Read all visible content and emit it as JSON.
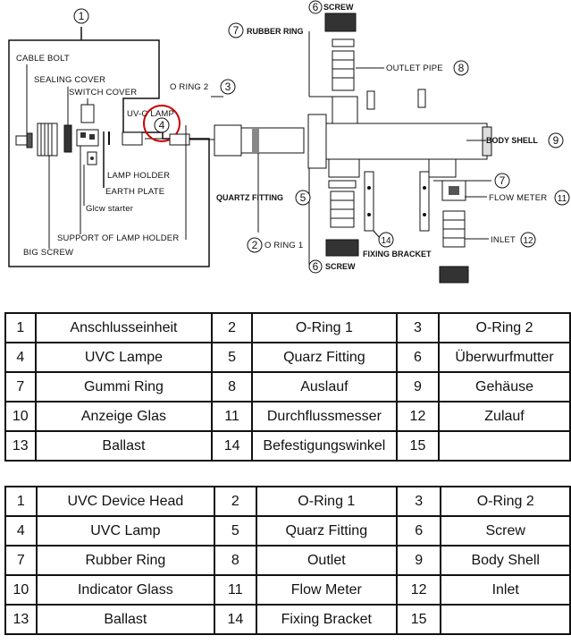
{
  "diagram": {
    "callouts": {
      "c1": "1",
      "c2": "2",
      "c3": "3",
      "c4": "4",
      "c5": "5",
      "c6a": "6",
      "c6b": "6",
      "c7a": "7",
      "c7b": "7",
      "c8": "8",
      "c9": "9",
      "c11": "11",
      "c12": "12",
      "c14": "14"
    },
    "labels": {
      "cable_bolt": "CABLE BOLT",
      "sealing_cover": "SEALING COVER",
      "switch_cover": "SWITCH COVER",
      "uvc_lamp": "UV-C LAMP",
      "o_ring_2": "O RING 2",
      "lamp_holder": "LAMP HOLDER",
      "earth_plate": "EARTH PLATE",
      "glow_starter": "Glcw starter",
      "support_lamp_holder": "SUPPORT OF LAMP HOLDER",
      "big_screw": "BIG SCREW",
      "quartz_fitting": "QUARTZ FITTING",
      "o_ring_1": "O RING 1",
      "screw_top": "SCREW",
      "screw_bottom": "SCREW",
      "rubber_ring": "RUBBER RING",
      "outlet_pipe": "OUTLET PIPE",
      "body_shell": "BODY SHELL",
      "flow_meter": "FLOW METER",
      "inlet": "INLET",
      "fixing_bracket": "FIXING BRACKET"
    }
  },
  "table_de": [
    [
      "1",
      "Anschlusseinheit",
      "2",
      "O-Ring 1",
      "3",
      "O-Ring 2"
    ],
    [
      "4",
      "UVC Lampe",
      "5",
      "Quarz Fitting",
      "6",
      "Überwurfmutter"
    ],
    [
      "7",
      "Gummi Ring",
      "8",
      "Auslauf",
      "9",
      "Gehäuse"
    ],
    [
      "10",
      "Anzeige Glas",
      "11",
      "Durchflussmesser",
      "12",
      "Zulauf"
    ],
    [
      "13",
      "Ballast",
      "14",
      "Befestigungswinkel",
      "15",
      ""
    ]
  ],
  "table_en": [
    [
      "1",
      "UVC Device Head",
      "2",
      "O-Ring 1",
      "3",
      "O-Ring 2"
    ],
    [
      "4",
      "UVC Lamp",
      "5",
      "Quarz Fitting",
      "6",
      "Screw"
    ],
    [
      "7",
      "Rubber Ring",
      "8",
      "Outlet",
      "9",
      "Body Shell"
    ],
    [
      "10",
      "Indicator Glass",
      "11",
      "Flow Meter",
      "12",
      "Inlet"
    ],
    [
      "13",
      "Ballast",
      "14",
      "Fixing Bracket",
      "15",
      ""
    ]
  ]
}
